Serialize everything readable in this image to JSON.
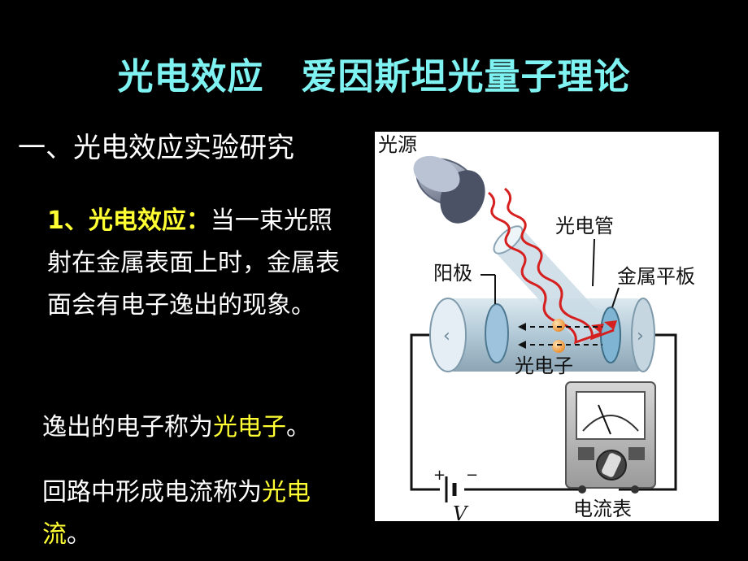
{
  "slide": {
    "title_part1": "光电效应",
    "title_part2": "爱因斯坦光量子理论",
    "section_heading": "一、光电效应实验研究",
    "para1_term": "1、光电效应：",
    "para1_text": "当一束光照射在金属表面上时，金属表面会有电子逸出的现象。",
    "para2_text": "逸出的电子称为",
    "para2_highlight": "光电子",
    "para2_end": "。",
    "para3_text": "回路中形成电流称为",
    "para3_highlight": "光电流",
    "para3_end": "。"
  },
  "figure": {
    "label_light_source": "光源",
    "label_phototube": "光电管",
    "label_anode": "阳极",
    "label_metal_plate": "金属平板",
    "label_photoelectron": "光电子",
    "label_ammeter": "电流表",
    "label_plus": "+",
    "label_minus": "−",
    "label_voltage": "V"
  },
  "colors": {
    "background": "#000000",
    "title": "#7ff2f2",
    "highlight": "#ffff33",
    "text": "#ffffff"
  }
}
